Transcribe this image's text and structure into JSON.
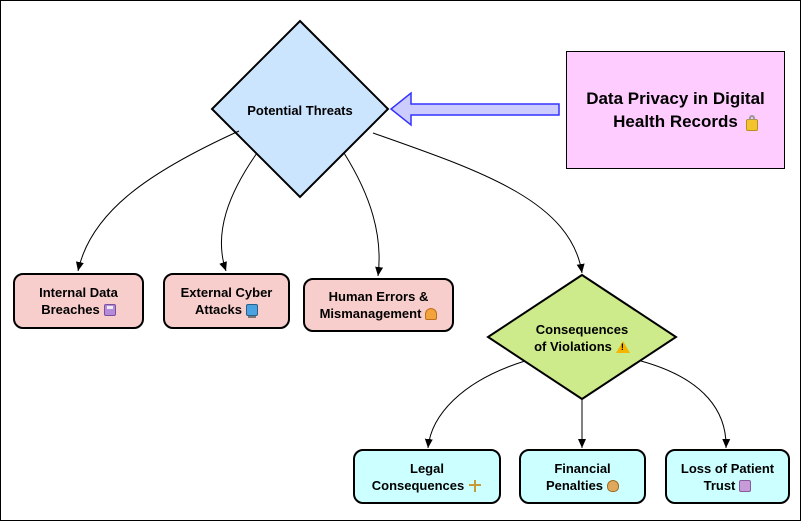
{
  "title": "Data Privacy in Digital Health Records",
  "threats": "Potential Threats",
  "consequences_line1": "Consequences",
  "consequences_line2": "of Violations",
  "internal_line1": "Internal Data",
  "internal_line2": "Breaches",
  "external_line1": "External Cyber",
  "external_line2": "Attacks",
  "human_line1": "Human Errors &",
  "human_line2": "Mismanagement",
  "legal_line1": "Legal",
  "legal_line2": "Consequences",
  "financial_line1": "Financial",
  "financial_line2": "Penalties",
  "trust_line1": "Loss of Patient",
  "trust_line2": "Trust",
  "icons": {
    "title": "lock-icon",
    "internal": "floppy-disk-icon",
    "external": "computer-icon",
    "human": "person-icon",
    "consequences": "warning-icon",
    "legal": "scales-icon",
    "financial": "money-bag-icon",
    "trust": "clipboard-icon"
  },
  "colors": {
    "threats_fill": "#cce5ff",
    "title_fill": "#ffccff",
    "risk_fill": "#f8cecc",
    "consequences_fill": "#cdeb8b",
    "impact_fill": "#ccffff",
    "arrow_fill": "#ccccff",
    "arrow_stroke": "#3333ff"
  }
}
